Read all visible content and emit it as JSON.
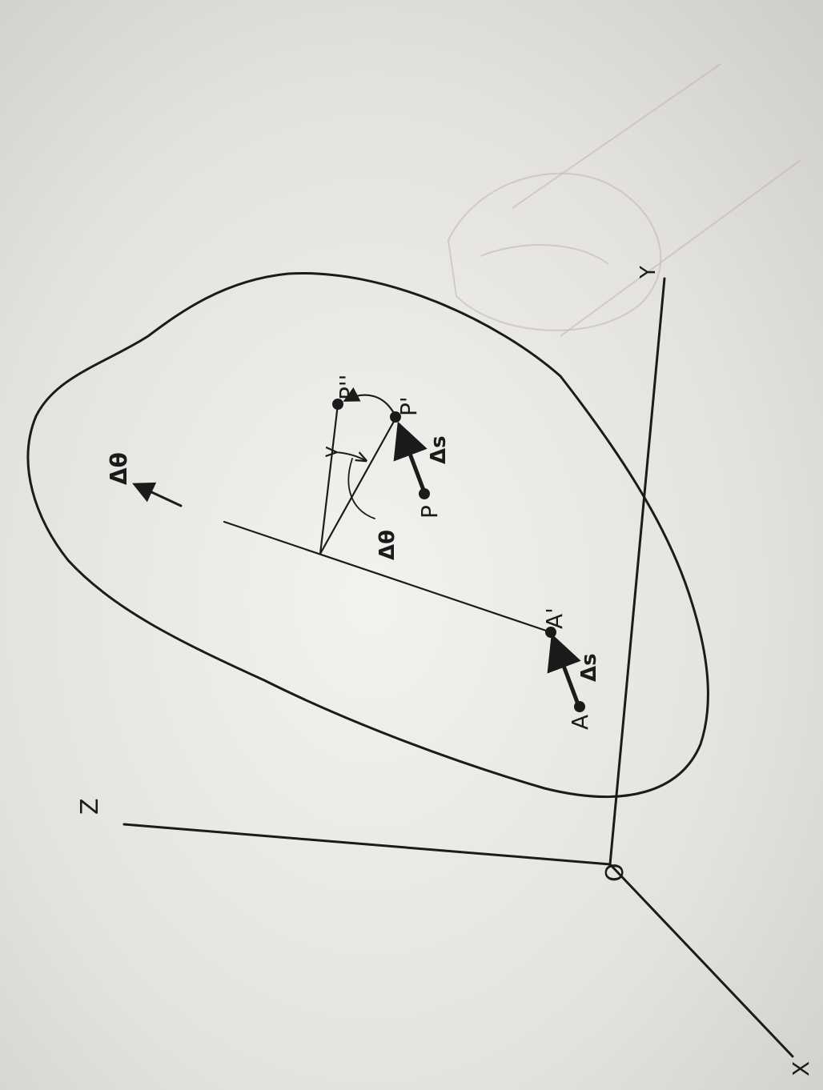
{
  "diagram": {
    "axes": {
      "x": "X",
      "y": "Y",
      "z": "Z",
      "origin": "O"
    },
    "points": {
      "A": "A",
      "A_prime": "A'",
      "P": "P",
      "P_prime": "P'",
      "P_double_prime": "P''"
    },
    "vectors": {
      "delta_s_A": "Δs",
      "delta_s_P": "Δs"
    },
    "angles": {
      "rotation_arrow": "Δθ",
      "angle_mark": "Δθ"
    }
  },
  "colors": {
    "ink": "#1b1b1b",
    "paper": "#efeeeb"
  }
}
